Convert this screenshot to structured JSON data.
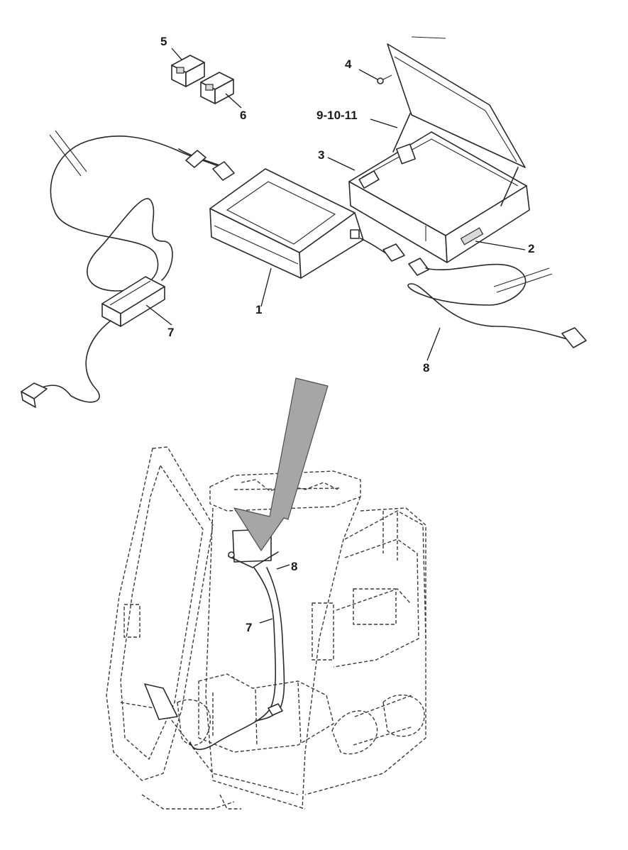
{
  "callouts": {
    "c1": "1",
    "c2": "2",
    "c3": "3",
    "c4": "4",
    "c5": "5",
    "c6": "6",
    "c7": "7",
    "c8": "8",
    "c9": "9-10-11",
    "v7": "7",
    "v8": "8"
  },
  "colors": {
    "line": "#2a2a2a",
    "arrow_fill": "#a6a6a6",
    "background": "#ffffff"
  }
}
